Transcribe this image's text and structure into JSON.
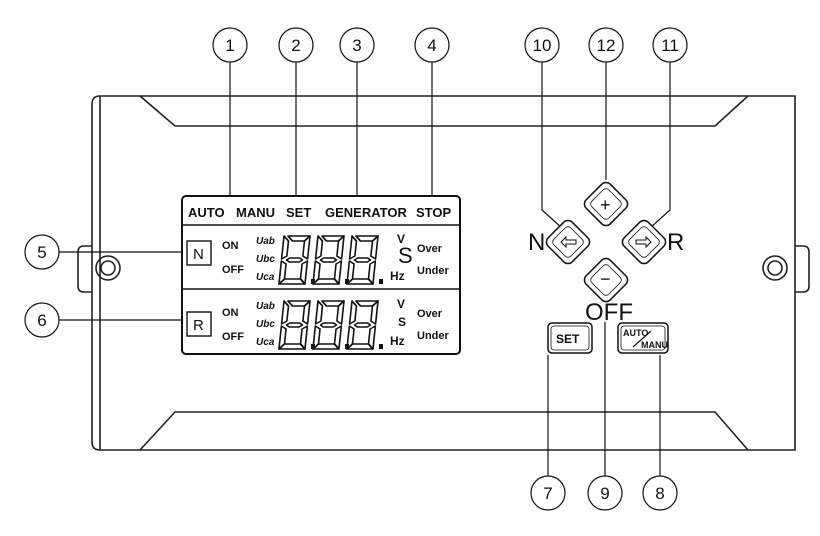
{
  "callouts": [
    "1",
    "2",
    "3",
    "4",
    "5",
    "6",
    "7",
    "8",
    "9",
    "10",
    "11",
    "12"
  ],
  "lcd": {
    "header": {
      "auto": "AUTO",
      "manu": "MANU",
      "set": "SET",
      "generator": "GENERATOR",
      "stop": "STOP"
    },
    "rows": [
      {
        "source": "N",
        "on": "ON",
        "off": "OFF",
        "u_labels": [
          "Uab",
          "Ubc",
          "Uca"
        ],
        "digits": "888",
        "units": {
          "v": "V",
          "s": "S",
          "hz": "Hz"
        },
        "over": "Over",
        "under": "Under"
      },
      {
        "source": "R",
        "on": "ON",
        "off": "OFF",
        "u_labels": [
          "Uab",
          "Ubc",
          "Uca"
        ],
        "digits": "888",
        "units": {
          "v": "V",
          "s": "S",
          "hz": "Hz"
        },
        "over": "Over",
        "under": "Under"
      }
    ]
  },
  "keypad": {
    "left_letter": "N",
    "right_letter": "R",
    "bottom_label": "OFF",
    "plus": "+",
    "minus": "−",
    "left_arrow": "arrow-left-icon",
    "right_arrow": "arrow-right-icon"
  },
  "buttons": {
    "set": "SET",
    "auto": "AUTO",
    "manu": "MANU"
  }
}
